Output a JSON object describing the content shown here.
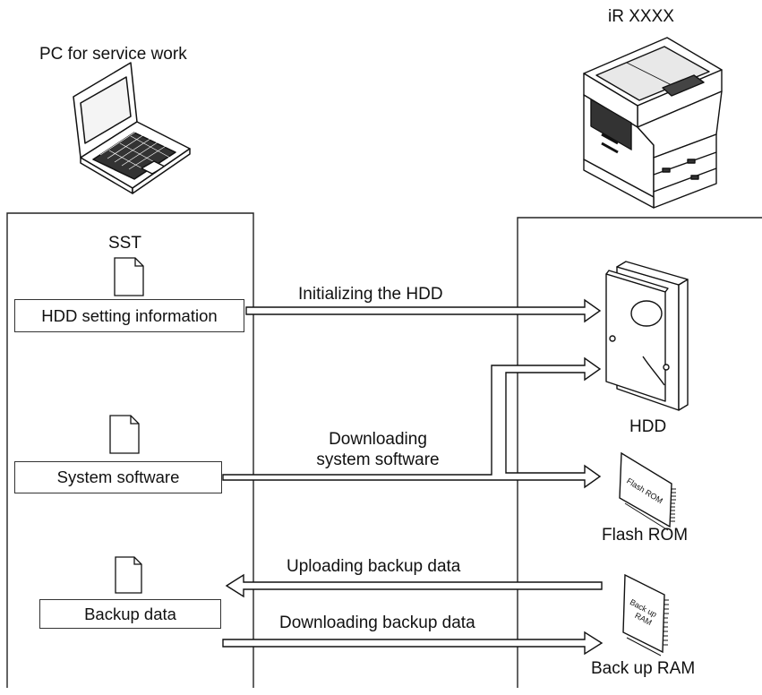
{
  "pc": {
    "label": "PC for service work"
  },
  "device": {
    "label": "iR XXXX"
  },
  "sst": {
    "label": "SST",
    "files": [
      {
        "label": "HDD setting information"
      },
      {
        "label": "System software"
      },
      {
        "label": "Backup data"
      }
    ]
  },
  "targets": {
    "hdd": "HDD",
    "flash_rom": "Flash ROM",
    "flash_rom_chip_label": "Flash ROM",
    "backup_ram": "Back up RAM",
    "backup_ram_chip_line1": "Back up",
    "backup_ram_chip_line2": "RAM"
  },
  "flows": {
    "init_hdd": "Initializing the HDD",
    "download_sys_line1": "Downloading",
    "download_sys_line2": "system software",
    "upload_backup": "Uploading backup data",
    "download_backup": "Downloading backup data"
  }
}
